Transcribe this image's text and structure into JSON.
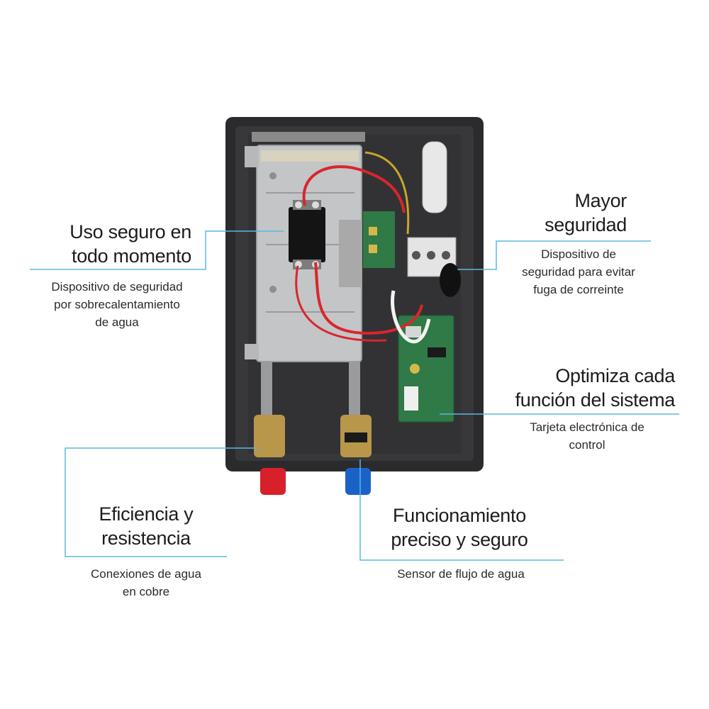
{
  "colors": {
    "callout_line": "#5bb8e0",
    "housing": "#2b2b2d",
    "heater_plate": "#c4c5c7",
    "wire_red": "#d8262b",
    "pcb_green": "#2f7a46",
    "hot_cap": "#d8202a",
    "cold_cap": "#1b62c7"
  },
  "callouts": {
    "overheat": {
      "title_lines": [
        "Uso seguro en",
        "todo momento"
      ],
      "desc_lines": [
        "Dispositivo de seguridad",
        "por sobrecalentamiento",
        "de agua"
      ]
    },
    "leakage": {
      "title_lines": [
        "Mayor",
        "seguridad"
      ],
      "desc_lines": [
        "Dispositivo de",
        "seguridad para evitar",
        "fuga de correinte"
      ]
    },
    "control": {
      "title_lines": [
        "Optimiza cada",
        "función del sistema"
      ],
      "desc_lines": [
        "Tarjeta electrónica de",
        "control"
      ]
    },
    "copper": {
      "title_lines": [
        "Eficiencia y",
        "resistencia"
      ],
      "desc_lines": [
        "Conexiones de agua",
        "en cobre"
      ]
    },
    "flow": {
      "title_lines": [
        "Funcionamiento",
        "preciso y seguro"
      ],
      "desc_lines": [
        "Sensor de flujo de agua"
      ]
    }
  }
}
